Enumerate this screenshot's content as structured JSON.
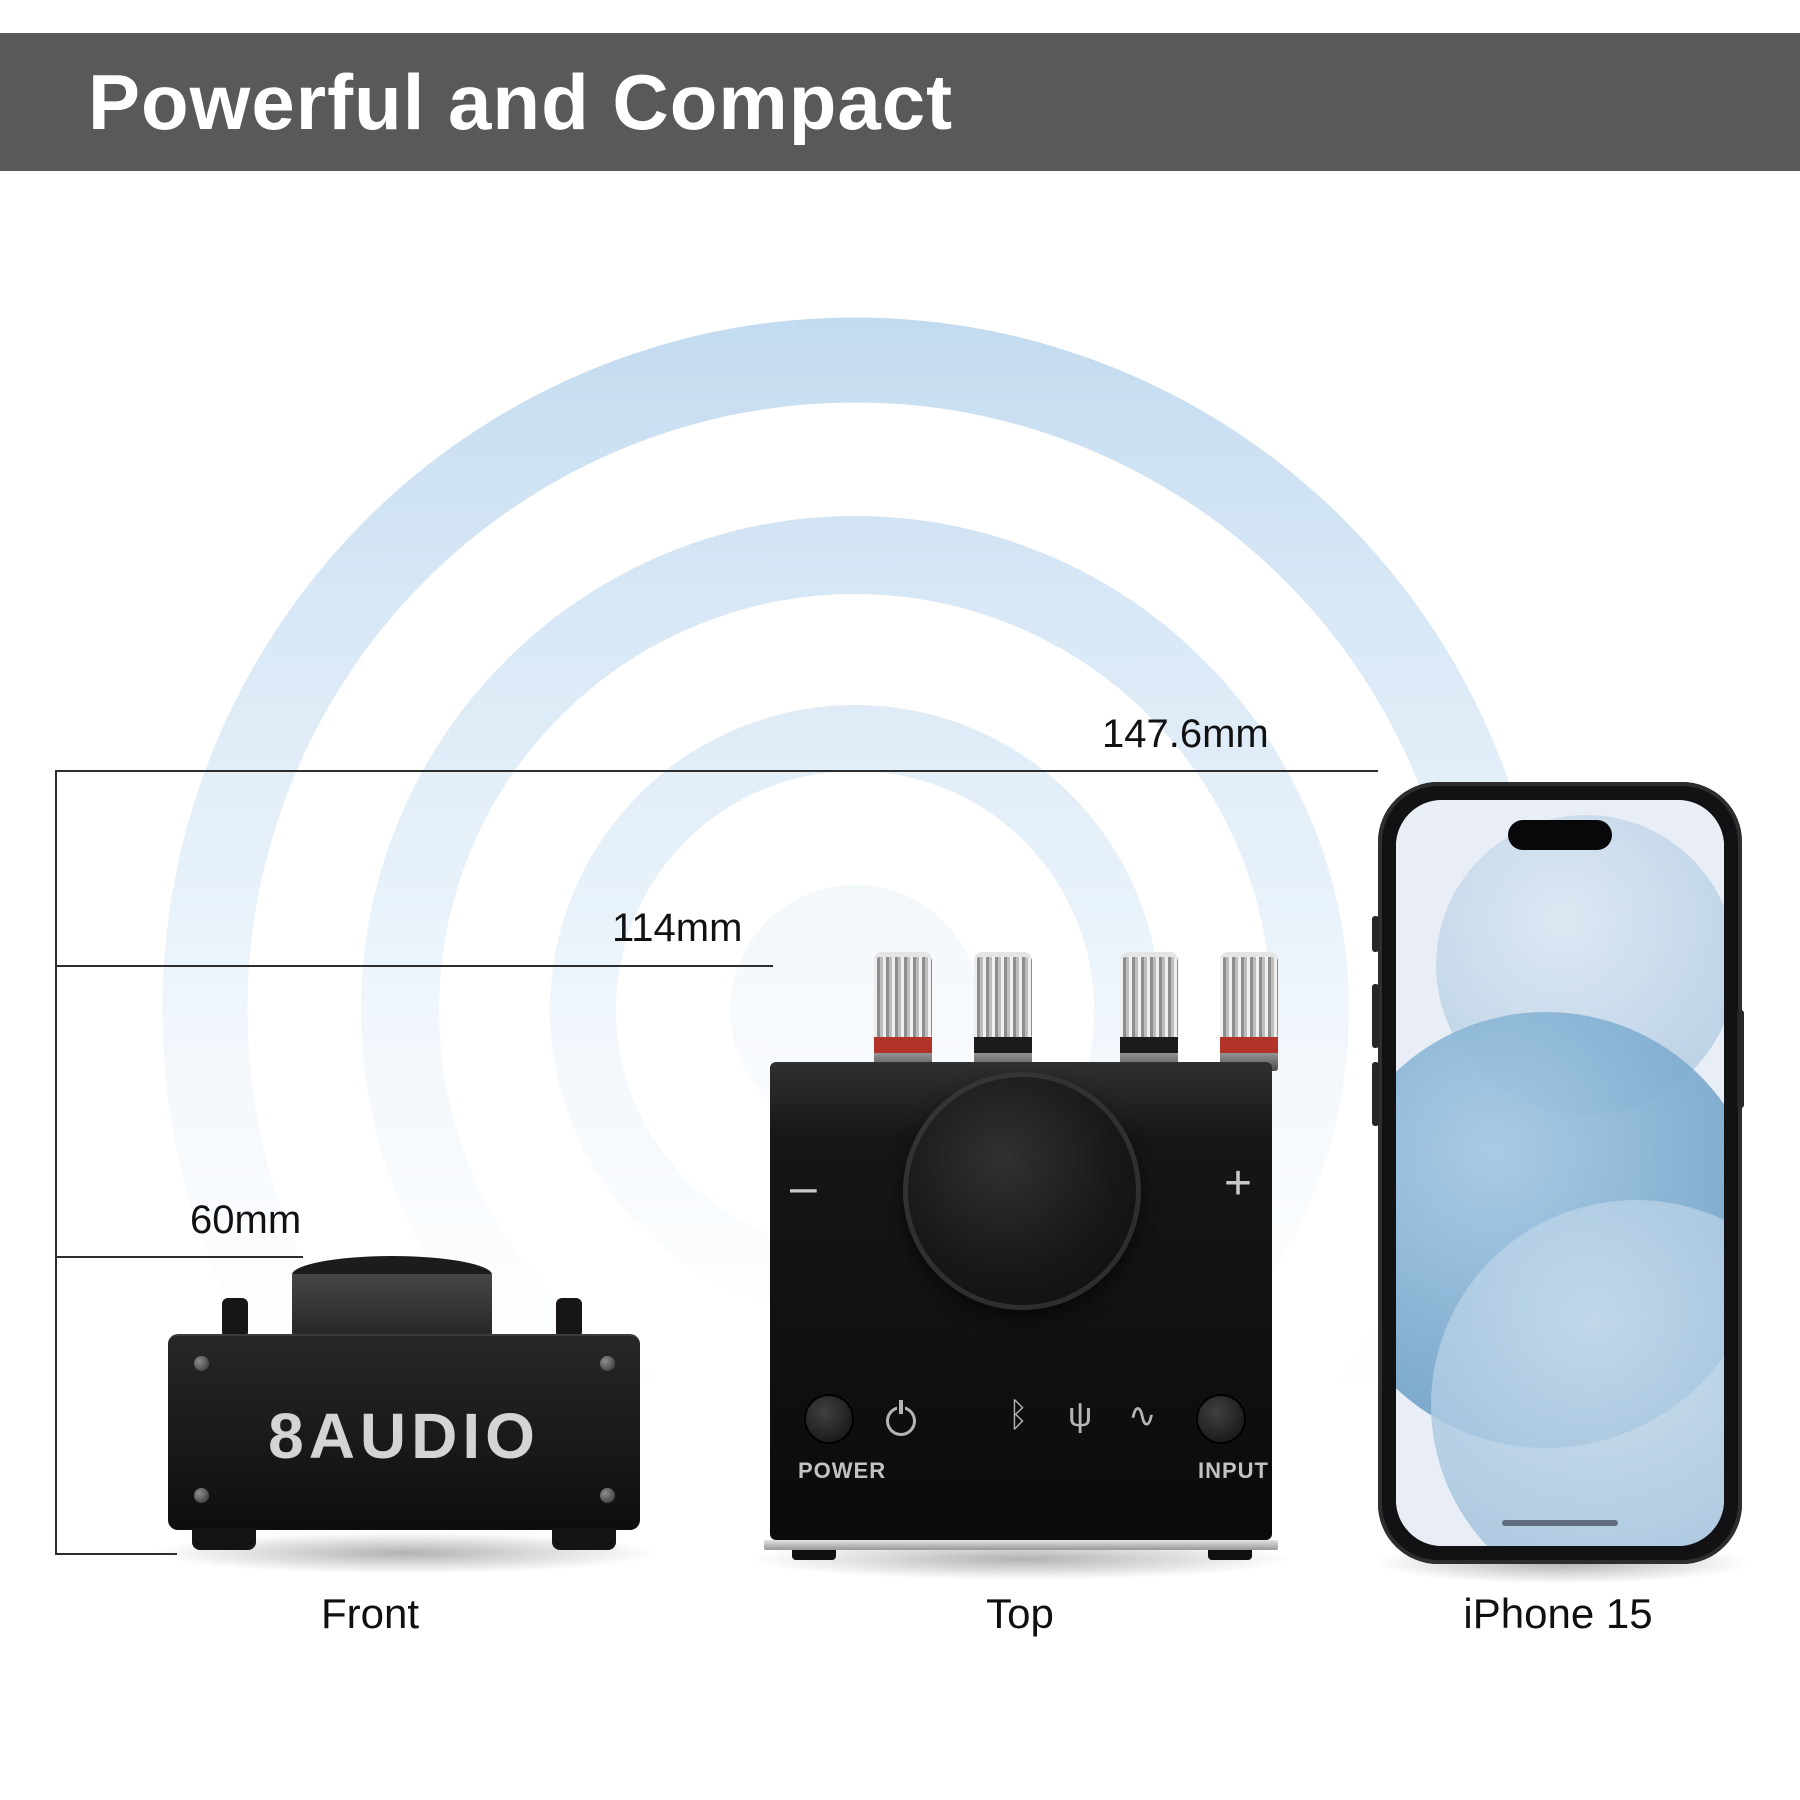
{
  "header": {
    "title": "Powerful and Compact",
    "bg_color": "#595959",
    "text_color": "#ffffff"
  },
  "measurements": {
    "iphone": "147.6mm",
    "amp_top": "114mm",
    "amp_front": "60mm"
  },
  "captions": {
    "front": "Front",
    "top": "Top",
    "iphone": "iPhone 15"
  },
  "front_amp": {
    "brand": "8AUDIO"
  },
  "top_amp": {
    "minus": "–",
    "plus": "+",
    "power_label": "POWER",
    "input_label": "INPUT",
    "bluetooth_icon": "ᛒ",
    "usb_icon": "ψ",
    "aux_icon": "∿"
  },
  "colors": {
    "header_bg": "#595959",
    "ripple_blue": "#cde1f3",
    "binding_post_red": "#b23327",
    "binding_post_black": "#1b1b1b",
    "wallpaper_blue": "#7fadd3"
  }
}
